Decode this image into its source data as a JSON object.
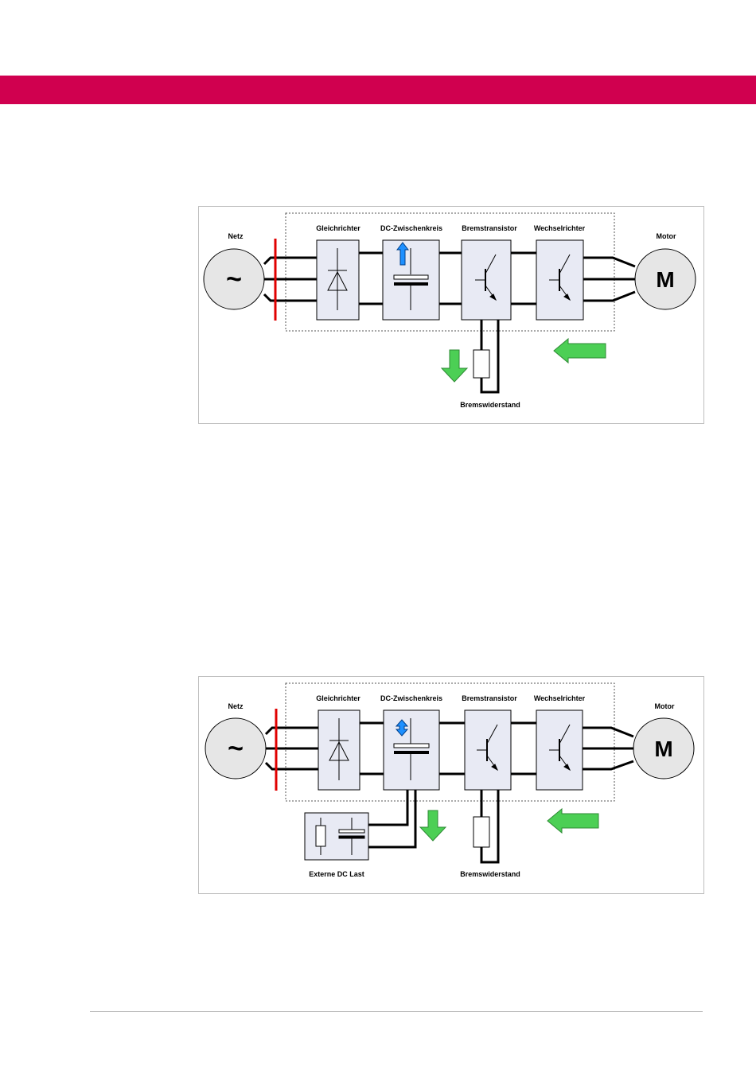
{
  "colors": {
    "banner": "#d0004f",
    "block_fill": "#e8eaf4",
    "circle_fill": "#e6e6e6",
    "network_break": "#e00000",
    "green_arrow": "#4ccf55",
    "blue_arrow": "#1e90ff"
  },
  "figures": [
    {
      "labels": {
        "netz": "Netz",
        "gleichrichter": "Gleichrichter",
        "dc": "DC-Zwischenkreis",
        "bremstransistor": "Bremstransistor",
        "wechselrichter": "Wechselrichter",
        "motor": "Motor",
        "bremswiderstand": "Bremswiderstand"
      },
      "source_symbol": "~",
      "motor_symbol": "M"
    },
    {
      "labels": {
        "netz": "Netz",
        "gleichrichter": "Gleichrichter",
        "dc": "DC-Zwischenkreis",
        "bremstransistor": "Bremstransistor",
        "wechselrichter": "Wechselrichter",
        "motor": "Motor",
        "bremswiderstand": "Bremswiderstand",
        "external": "Externe DC Last"
      },
      "source_symbol": "~",
      "motor_symbol": "M"
    }
  ]
}
